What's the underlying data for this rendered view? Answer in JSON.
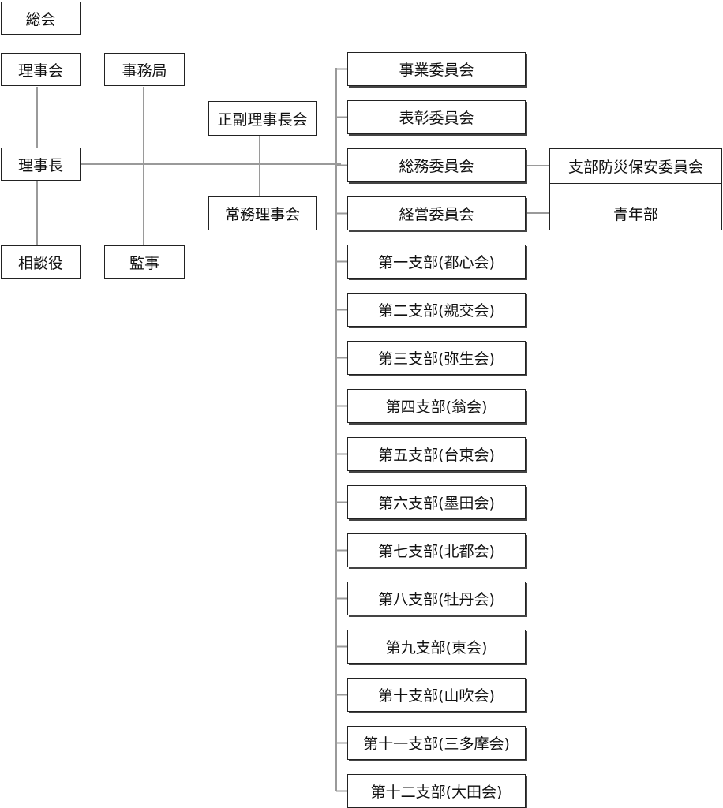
{
  "org": {
    "sokai": "総会",
    "rijikai": "理事会",
    "jimukyoku": "事務局",
    "rijicho": "理事長",
    "sodanyaku": "相談役",
    "kanji": "監事",
    "seifuku": "正副理事長会",
    "jomu": "常務理事会",
    "committees": [
      "事業委員会",
      "表彰委員会",
      "総務委員会",
      "経営委員会"
    ],
    "branches": [
      "第一支部(都心会)",
      "第二支部(親交会)",
      "第三支部(弥生会)",
      "第四支部(翁会)",
      "第五支部(台東会)",
      "第六支部(墨田会)",
      "第七支部(北都会)",
      "第八支部(牡丹会)",
      "第九支部(東会)",
      "第十支部(山吹会)",
      "第十一支部(三多摩会)",
      "第十二支部(大田会)"
    ],
    "shibu_bosai": "支部防災保安委員会",
    "seinenbu": "青年部"
  }
}
